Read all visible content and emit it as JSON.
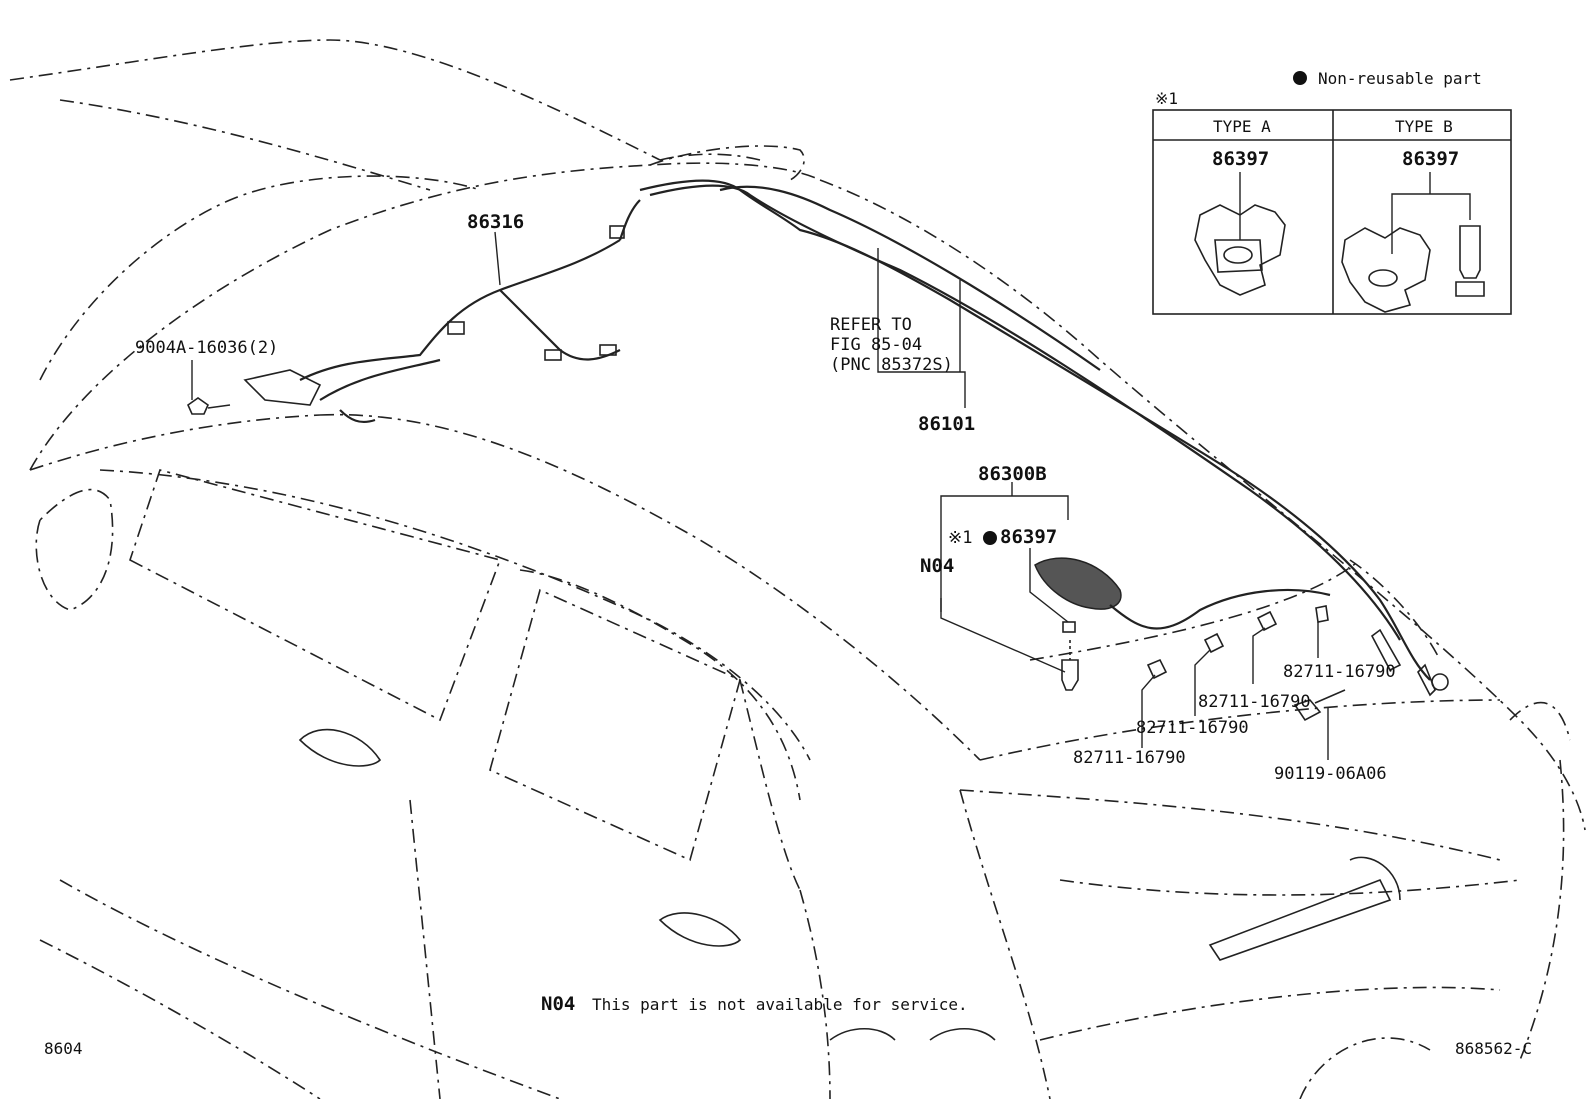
{
  "legend": {
    "non_reusable": "Non-reusable part"
  },
  "inset": {
    "mark": "※1",
    "type_a": {
      "header": "TYPE A",
      "part": "86397"
    },
    "type_b": {
      "header": "TYPE B",
      "part": "86397"
    }
  },
  "parts": {
    "p86316": "86316",
    "p9004a": "9004A-16036(2)",
    "refer_line1": "REFER TO",
    "refer_line2": "FIG 85-04",
    "refer_line3": "(PNC 85372S)",
    "p86101": "86101",
    "p86300b": "86300B",
    "p86397_mark": "※1",
    "p86397": "86397",
    "n04": "N04",
    "clip1": "82711-16790",
    "clip2": "82711-16790",
    "clip3": "82711-16790",
    "clip4": "82711-16790",
    "bolt": "90119-06A06"
  },
  "footer": {
    "n04_code": "N04",
    "n04_note": "This part is not available for service.",
    "fig_left": "8604",
    "fig_right": "868562-C"
  }
}
